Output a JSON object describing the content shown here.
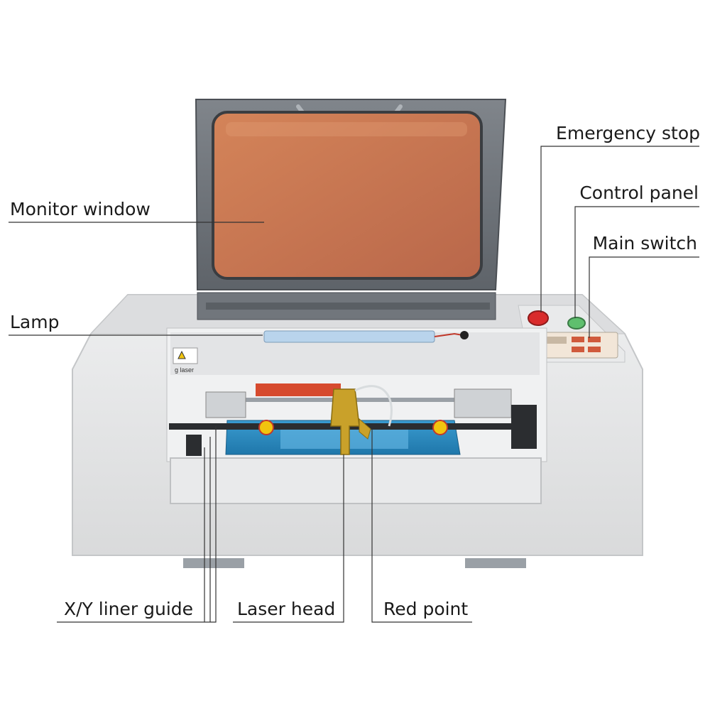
{
  "labels": {
    "monitor_window": "Monitor window",
    "lamp": "Lamp",
    "emergency_stop": "Emergency stop",
    "control_panel": "Control panel",
    "main_switch": "Main switch",
    "xy_guide": "X/Y liner guide",
    "laser_head": "Laser head",
    "red_point": "Red point"
  },
  "machine_decals": {
    "warning_strip": "g laser"
  },
  "colors": {
    "body": "#e6e7e8",
    "lid_frame": "#6f747a",
    "window": "#c97752",
    "bed": "#2f8fc4",
    "head": "#c9a12a",
    "estop": "#d92b2b",
    "switch": "#5fbf6e",
    "leader_line": "#333333"
  }
}
